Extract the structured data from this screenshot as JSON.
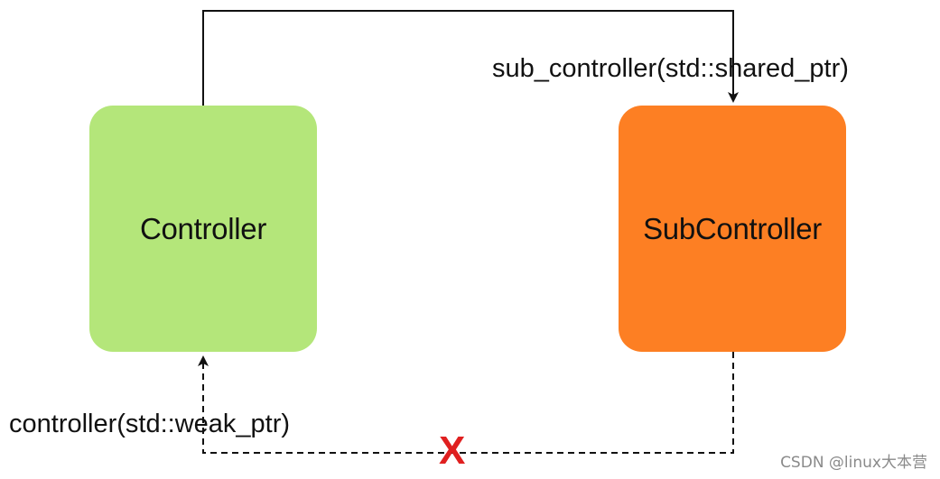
{
  "diagram": {
    "nodes": {
      "controller": {
        "label": "Controller",
        "fill": "#b4e67a"
      },
      "subcontroller": {
        "label": "SubController",
        "fill": "#fd7f23"
      }
    },
    "edges": {
      "shared": {
        "from": "Controller",
        "to": "SubController",
        "label": "sub_controller(std::shared_ptr)",
        "style": "solid"
      },
      "weak": {
        "from": "SubController",
        "to": "Controller",
        "label": "controller(std::weak_ptr)",
        "style": "dashed"
      }
    },
    "broken_mark": {
      "symbol": "X",
      "color": "#e02020"
    },
    "line_color": "#111111"
  },
  "watermark": "CSDN @linux大本营"
}
